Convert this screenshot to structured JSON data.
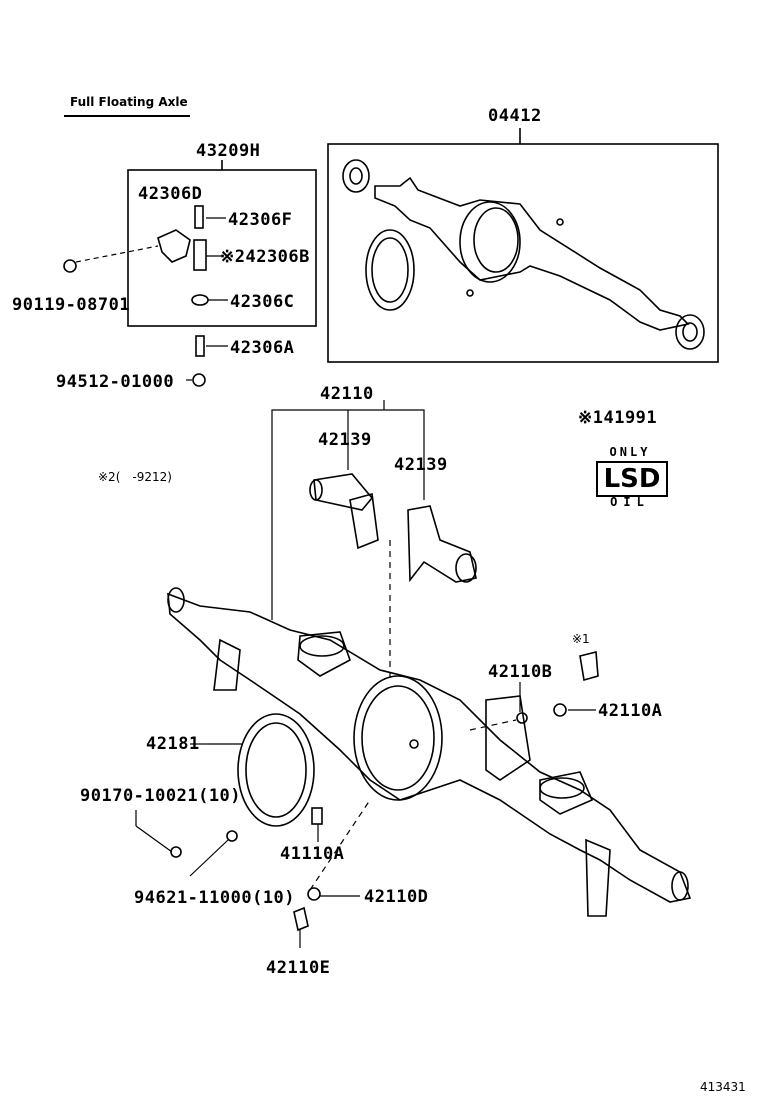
{
  "diagram": {
    "title": "Full Floating Axle",
    "reference": "413431",
    "notes": {
      "note2": "※2(　-9212)",
      "note1_mark": "※1"
    },
    "lsd_label": {
      "top": "ONLY",
      "middle": "LSD",
      "bottom": "OIL"
    },
    "parts": {
      "p04412": "04412",
      "p43209h": "43209H",
      "p42306d": "42306D",
      "p42306f": "42306F",
      "p42306b": "※242306B",
      "p42306c": "42306C",
      "p42306a": "42306A",
      "p9011908701": "90119-08701",
      "p9451201000": "94512-01000",
      "p42110": "42110",
      "p42139a": "42139",
      "p42139b": "42139",
      "p41991": "※141991",
      "p42110b": "42110B",
      "p42110a": "42110A",
      "p42181": "42181",
      "p9017010021": "90170-10021(10)",
      "p41110a": "41110A",
      "p9462111000": "94621-11000(10)",
      "p42110d": "42110D",
      "p42110e": "42110E"
    }
  }
}
